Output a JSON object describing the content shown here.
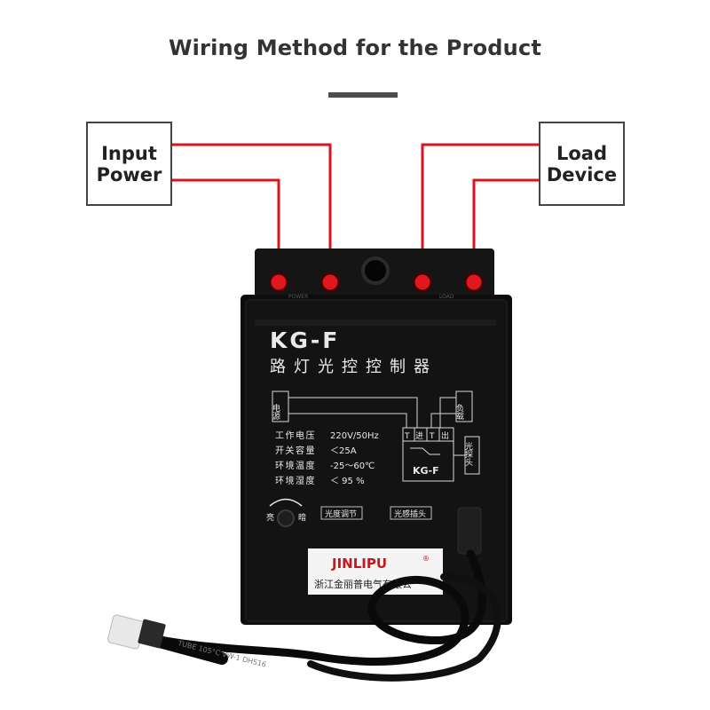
{
  "header": {
    "title": "Wiring Method for the Product"
  },
  "labels": {
    "input_line1": "Input",
    "input_line2": "Power",
    "load_line1": "Load",
    "load_line2": "Device"
  },
  "device": {
    "model": "KG-F",
    "name_cn": "路灯光控控制器",
    "terminal_left_tag": "POWER",
    "terminal_right_tag": "LOAD",
    "diagram": {
      "power_label": "电源",
      "load_label": "负载",
      "t1": "T",
      "in": "进",
      "t2": "T",
      "out": "出",
      "sensor_label": "光探头",
      "box_model": "KG-F"
    },
    "specs": [
      {
        "label": "工作电压",
        "value": "220V/50Hz"
      },
      {
        "label": "开关容量",
        "value": "＜25A"
      },
      {
        "label": "环境温度",
        "value": "-25～60℃"
      },
      {
        "label": "环境湿度",
        "value": "＜ 95 %"
      }
    ],
    "knob_bright": "亮",
    "knob_dark": "暗",
    "light_adjust": "光度调节",
    "sensor_plug": "光感插头",
    "brand": "JINLIPU",
    "brand_mark": "®",
    "company": "浙江金丽普电气有限公",
    "cable_print": "TUBE  105°C  VW-1  DHS16"
  },
  "colors": {
    "wire": "#d9151b",
    "terminal": "#e0171f",
    "body": "#111111",
    "panel_text": "#e9e9e9"
  }
}
